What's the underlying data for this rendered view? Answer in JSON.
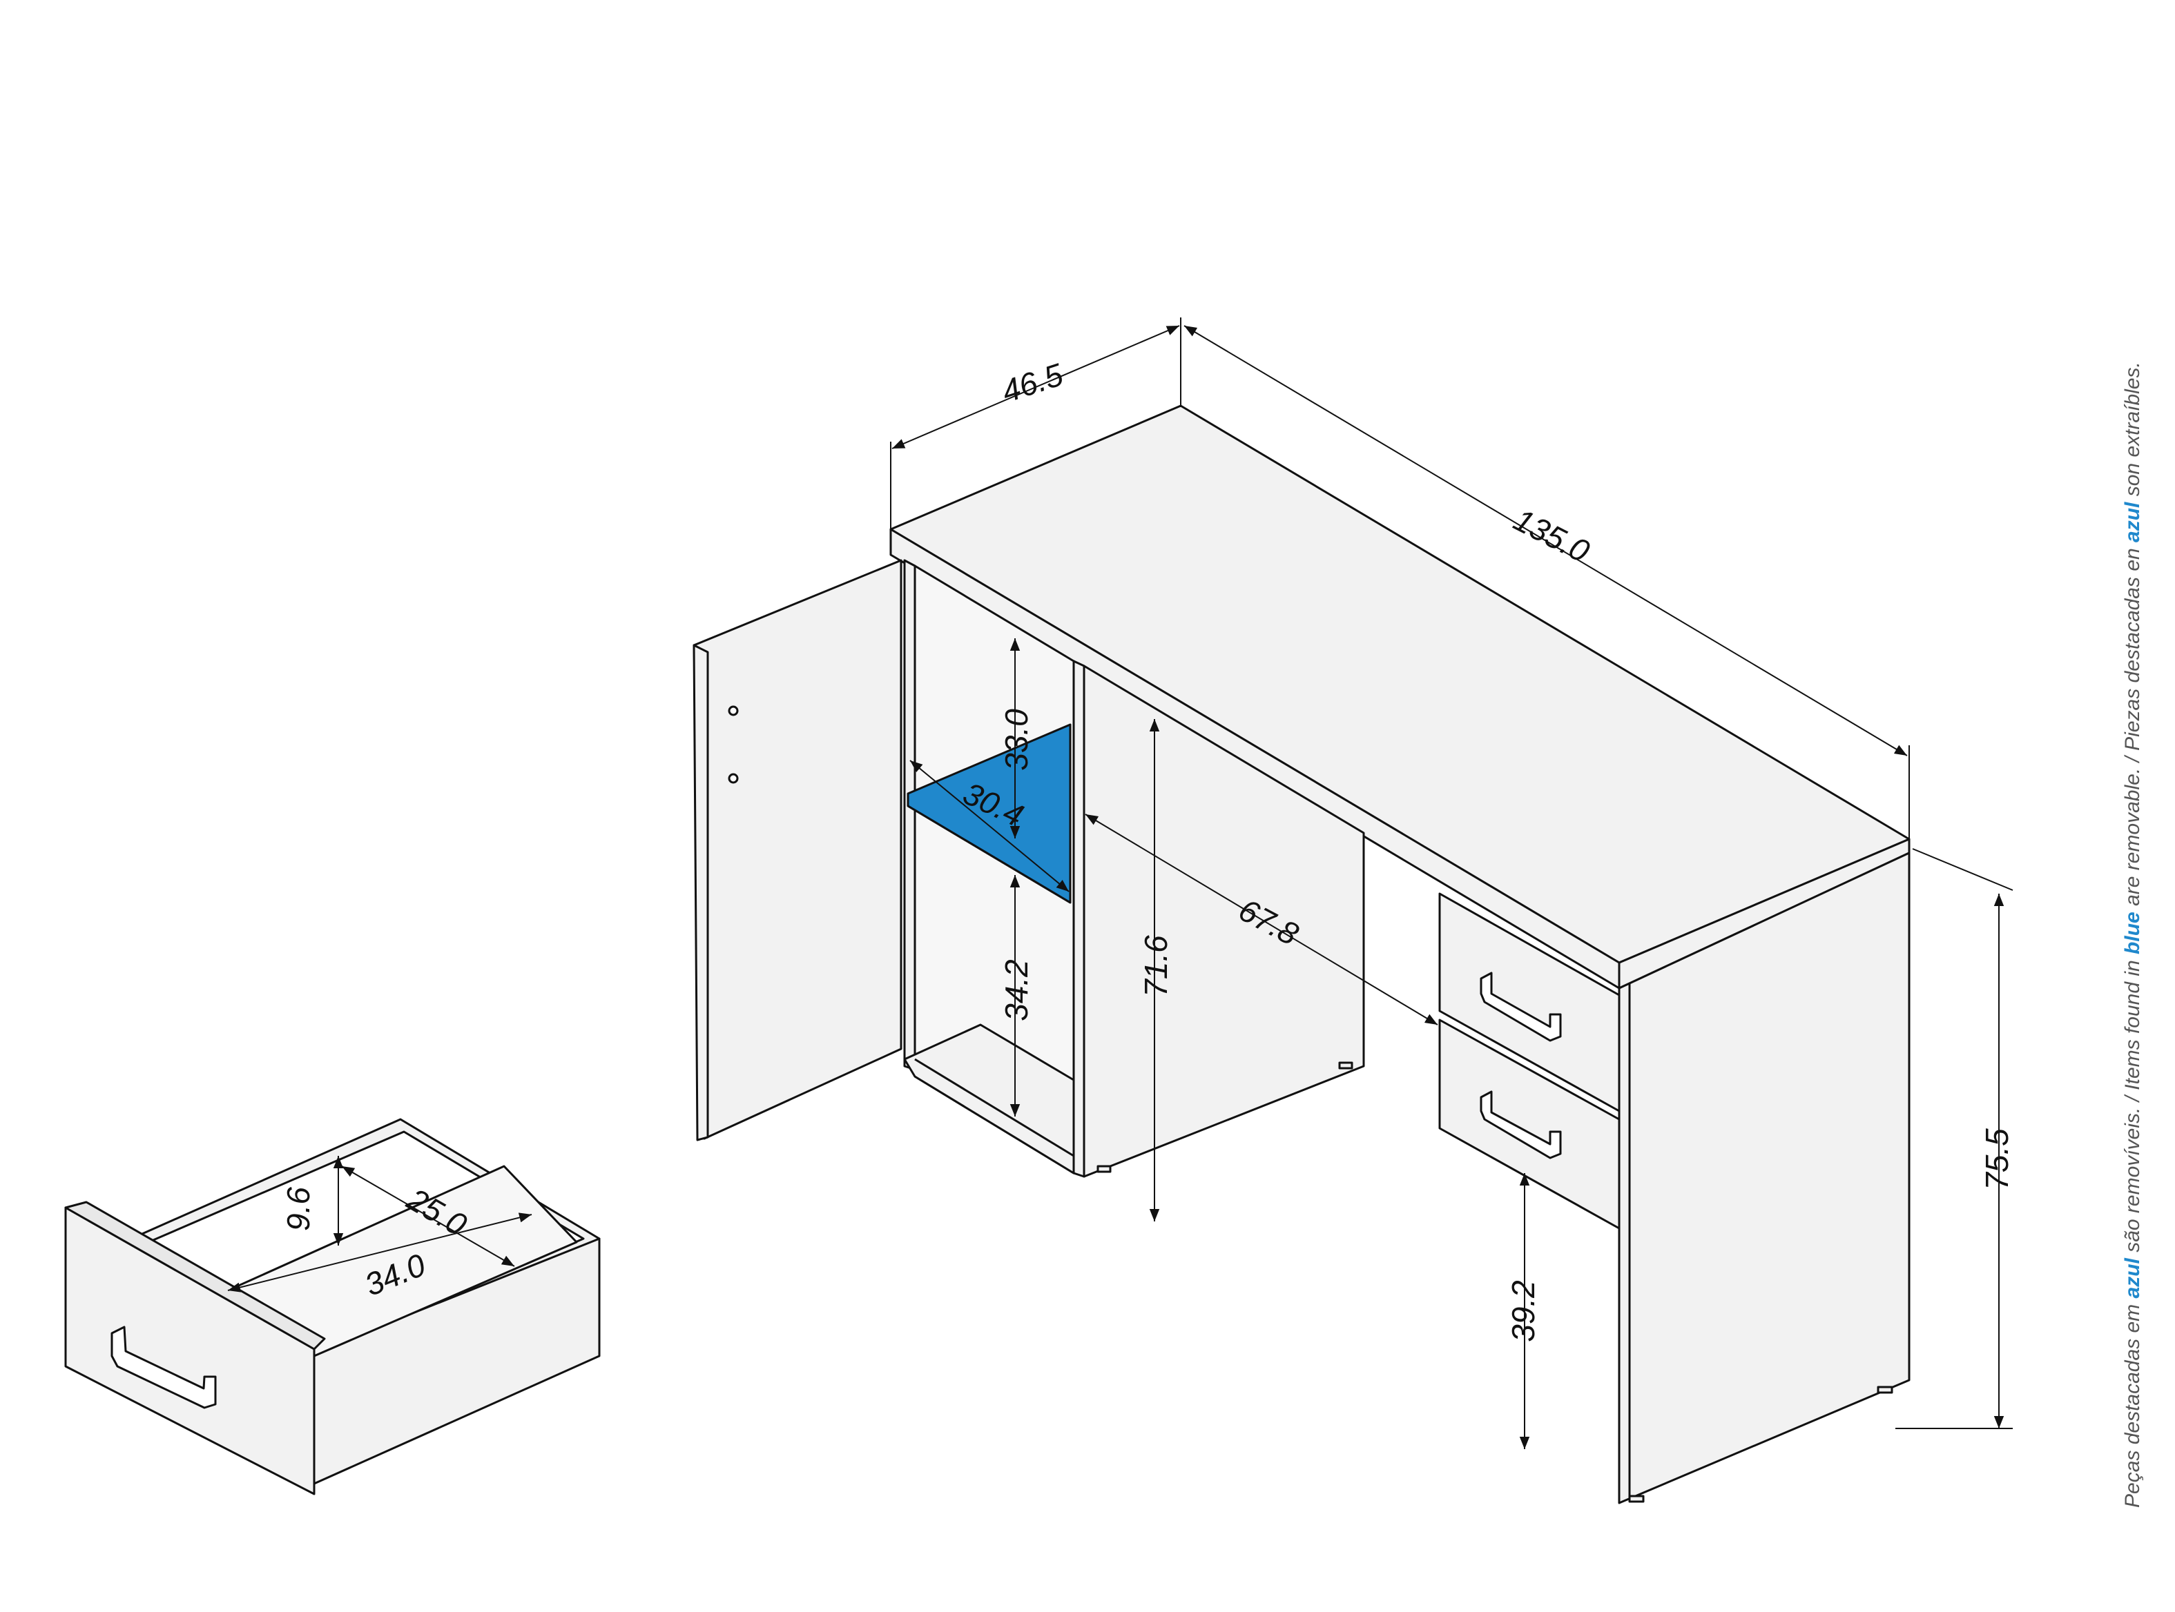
{
  "colors": {
    "line": "#111111",
    "panel": "#f2f2f2",
    "removable": "#2088cc",
    "note": "#555555",
    "highlight": "#1f88cc"
  },
  "dimensions": {
    "depth": "46.5",
    "width": "135.0",
    "total_height": "75.5",
    "inner_height": "71.6",
    "shelf_upper_gap": "33.0",
    "shelf_depth": "30.4",
    "shelf_lower_gap": "34.2",
    "knee_space_width": "67.8",
    "drawer_bottom_height": "39.2",
    "drawer_inner_height": "9.6",
    "drawer_inner_width": "25.0",
    "drawer_inner_depth": "34.0"
  },
  "note": {
    "part1": "Peças destacadas em ",
    "hl1": "azul",
    "part2": " são removíveis. / Items found in ",
    "hl2": "blue",
    "part3": " are removable. / Piezas destacadas en ",
    "hl3": "azul",
    "part4": " son extraíbles."
  }
}
